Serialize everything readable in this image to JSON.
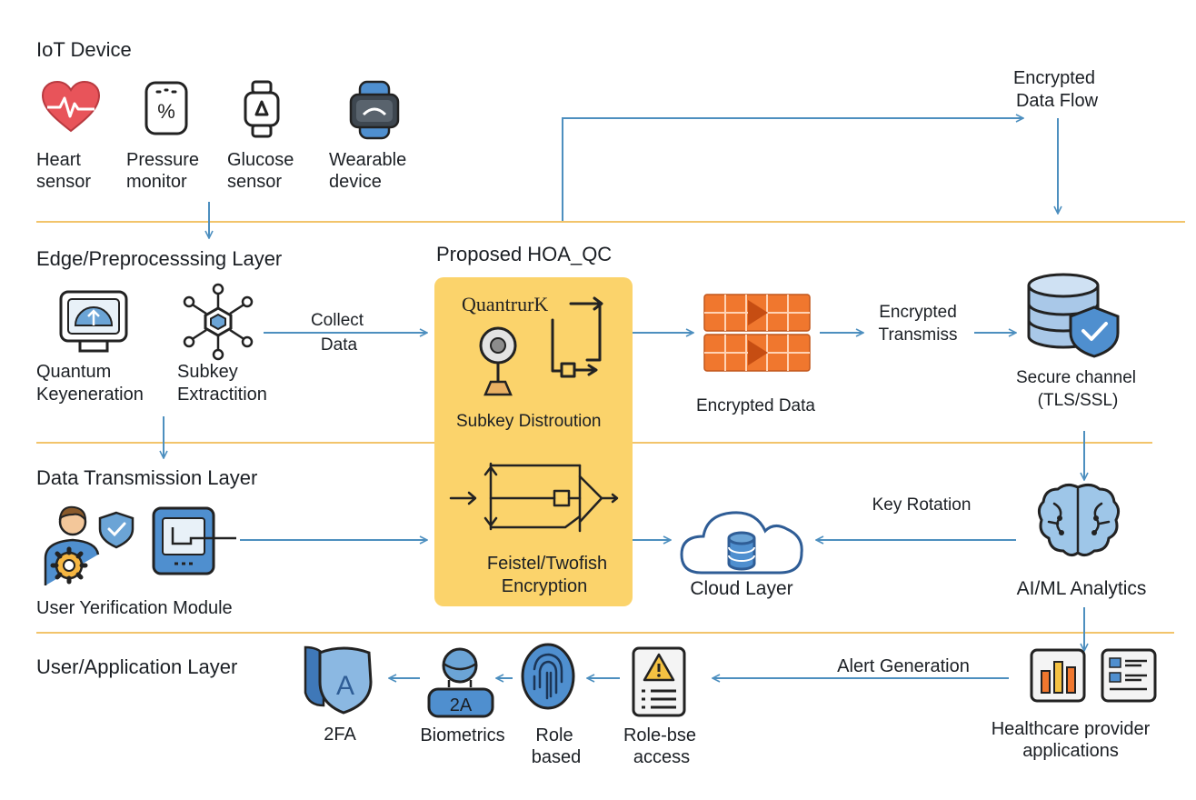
{
  "colors": {
    "arrow": "#4d8fbf",
    "divider": "#f2c46b",
    "hoa_box": "#fbd36b",
    "encrypted_blocks": "#f0772e",
    "heart": "#e8545a",
    "blue_icon": "#4f8fcf"
  },
  "iot": {
    "title": "IoT Device",
    "devices": [
      {
        "icon": "heart-icon",
        "line1": "Heart",
        "line2": "sensor"
      },
      {
        "icon": "pressure-monitor-icon",
        "line1": "Pressure",
        "line2": "monitor"
      },
      {
        "icon": "glucose-sensor-icon",
        "line1": "Glucose",
        "line2": "sensor"
      },
      {
        "icon": "wearable-device-icon",
        "line1": "Wearable",
        "line2": "device"
      }
    ]
  },
  "encrypted_flow": {
    "line1": "Encrypted",
    "line2": "Data Flow"
  },
  "edge": {
    "title": "Edge/Preprocesssing Layer",
    "quantum": {
      "line1": "Quantum",
      "line2": "Keyeneration"
    },
    "subkey": {
      "line1": "Subkey",
      "line2": "Extractition"
    },
    "collect": {
      "line1": "Collect",
      "line2": "Data"
    }
  },
  "hoa": {
    "title": "Proposed HOA_QC",
    "quantum_label": "QuantrurK",
    "subkey_label": "Subkey Distroution",
    "feistel": {
      "line1": "Feistel/Twofish",
      "line2": "Encryption"
    }
  },
  "encrypted_data": {
    "label": "Encrypted Data"
  },
  "encrypted_transmission": {
    "line1": "Encrypted",
    "line2": "Transmiss"
  },
  "secure_channel": {
    "line1": "Secure channel",
    "line2": "(TLS/SSL)"
  },
  "transmission": {
    "title": "Data Transmission Layer",
    "user_verification": "User Yerification Module"
  },
  "cloud": {
    "label": "Cloud Layer"
  },
  "key_rotation": {
    "label": "Key Rotation"
  },
  "ai": {
    "label": "AI/ML Analytics"
  },
  "user_app": {
    "title": "User/Application Layer",
    "twofa": {
      "label": "2FA",
      "glyph": "A"
    },
    "biometrics": {
      "label": "Biometrics",
      "badge": "2A"
    },
    "role_based": {
      "line1": "Role",
      "line2": "based"
    },
    "role_access": {
      "line1": "Role-bse",
      "line2": "access"
    },
    "alert": "Alert Generation",
    "healthcare": {
      "line1": "Healthcare provider",
      "line2": "applications"
    }
  }
}
